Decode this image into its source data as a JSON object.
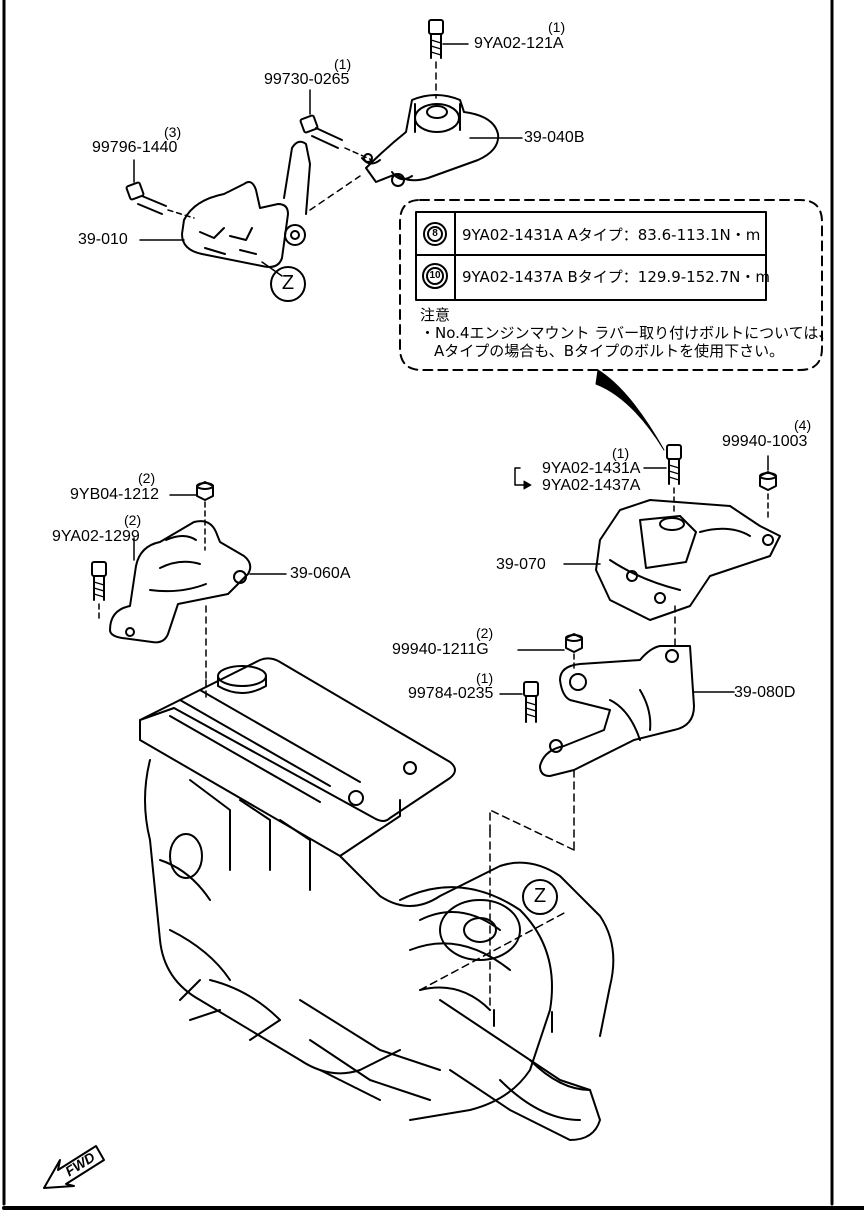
{
  "parts": {
    "bolt_9ya02_121a": {
      "code": "9YA02-121A",
      "qty": "(1)"
    },
    "bolt_99730_0265": {
      "code": "99730-0265",
      "qty": "(1)"
    },
    "bolt_99796_1440": {
      "code": "99796-1440",
      "qty": "(3)"
    },
    "mount_39_040b": {
      "code": "39-040B"
    },
    "bracket_39_010": {
      "code": "39-010"
    },
    "nut_9yb04_1212": {
      "code": "9YB04-1212",
      "qty": "(2)"
    },
    "bolt_9ya02_1299": {
      "code": "9YA02-1299",
      "qty": "(2)"
    },
    "mount_39_060a": {
      "code": "39-060A"
    },
    "bolt_9ya02_1431a": {
      "code": "9YA02-1431A",
      "qty": "(1)"
    },
    "bolt_9ya02_1437a": {
      "code": "9YA02-1437A"
    },
    "nut_99940_1003": {
      "code": "99940-1003",
      "qty": "(4)"
    },
    "mount_39_070": {
      "code": "39-070"
    },
    "nut_99940_1211g": {
      "code": "99940-1211G",
      "qty": "(2)"
    },
    "bolt_99784_0235": {
      "code": "99784-0235",
      "qty": "(1)"
    },
    "bracket_39_080d": {
      "code": "39-080D"
    }
  },
  "torque_table": {
    "row_a": {
      "badge": "8",
      "text": "9YA02-1431A Aタイプ：83.6-113.1N・m"
    },
    "row_b": {
      "badge": "10",
      "text": "9YA02-1437A Bタイプ：129.9-152.7N・m"
    }
  },
  "note": {
    "title": "注意",
    "line1": "・No.4エンジンマウント ラバー取り付けボルトについては、",
    "line2": "Aタイプの場合も、Bタイプのボルトを使用下さい。"
  },
  "markers": {
    "z_top": "Z",
    "z_bottom": "Z"
  },
  "fwd": {
    "label": "FWD"
  }
}
